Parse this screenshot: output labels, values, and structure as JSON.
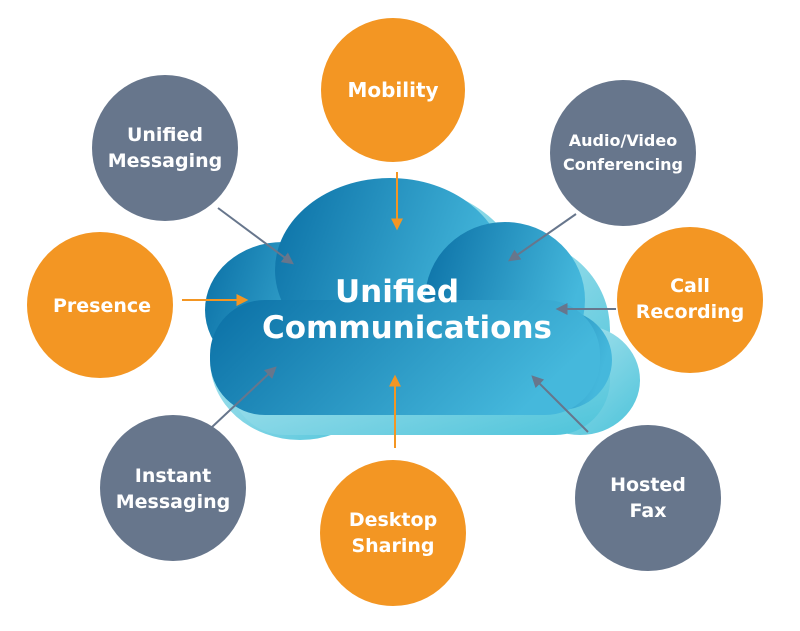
{
  "center": {
    "line1": "Unified",
    "line2": "Communications"
  },
  "colors": {
    "orange": "#f39623",
    "slate": "#67768c",
    "cloud_dark": "#0a6fa5",
    "cloud_light": "#40b4da",
    "cloud_glow": "#7fd6e6",
    "arrow_orange": "#f39623",
    "arrow_slate": "#67768c"
  },
  "nodes": {
    "mobility": {
      "line1": "Mobility",
      "color": "orange"
    },
    "unified_messaging": {
      "line1": "Unified",
      "line2": "Messaging",
      "color": "slate"
    },
    "audio_video": {
      "line1": "Audio/Video",
      "line2": "Conferencing",
      "color": "slate"
    },
    "presence": {
      "line1": "Presence",
      "color": "orange"
    },
    "call_recording": {
      "line1": "Call",
      "line2": "Recording",
      "color": "orange"
    },
    "instant_messaging": {
      "line1": "Instant",
      "line2": "Messaging",
      "color": "slate"
    },
    "desktop_sharing": {
      "line1": "Desktop",
      "line2": "Sharing",
      "color": "orange"
    },
    "hosted_fax": {
      "line1": "Hosted",
      "line2": "Fax",
      "color": "slate"
    }
  }
}
